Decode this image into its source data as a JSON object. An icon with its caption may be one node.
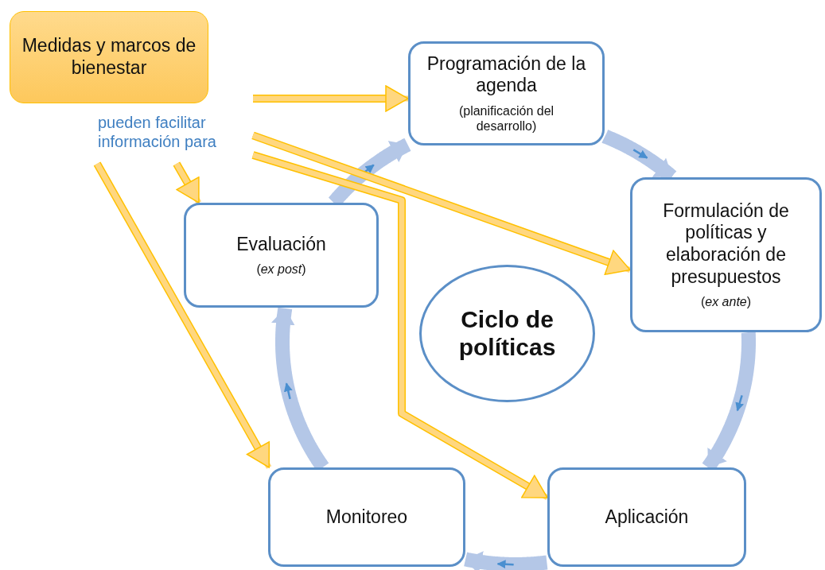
{
  "diagram": {
    "nodes": [
      {
        "text": [
          "Medidas y marcos de bienestar"
        ]
      },
      {
        "text": [
          "pueden facilitar información para"
        ]
      },
      {
        "text": [
          "Programación de la agenda",
          "(planificación del desarrollo)"
        ]
      },
      {
        "text": [
          "Formulación de políticas y elaboración de presupuestos",
          "(*ex ante*)"
        ]
      },
      {
        "text": [
          "Evaluación",
          "(*ex post*)"
        ]
      },
      {
        "text": [
          "Ciclo de políticas"
        ]
      },
      {
        "text": [
          "Monitoreo"
        ]
      },
      {
        "text": [
          "Aplicación"
        ]
      }
    ],
    "edges": [
      {
        "from": 1,
        "to": 2,
        "arrow": "to"
      },
      {
        "from": 1,
        "to": 3,
        "arrow": "to"
      },
      {
        "from": 1,
        "to": 4,
        "arrow": "to"
      },
      {
        "from": 1,
        "to": 7,
        "arrow": "to"
      },
      {
        "from": 1,
        "to": 6,
        "arrow": "to"
      },
      {
        "from": 2,
        "to": 3,
        "arrow": "to",
        "style": "thick",
        "color": "#b4c7e7"
      },
      {
        "from": 3,
        "to": 7,
        "arrow": "to",
        "style": "thick",
        "color": "#b4c7e7"
      },
      {
        "from": 7,
        "to": 6,
        "arrow": "to",
        "style": "thick",
        "color": "#b4c7e7"
      },
      {
        "from": 6,
        "to": 4,
        "arrow": "to",
        "style": "thick",
        "color": "#b4c7e7"
      },
      {
        "from": 4,
        "to": 2,
        "arrow": "to",
        "style": "thick",
        "color": "#b4c7e7"
      }
    ]
  }
}
